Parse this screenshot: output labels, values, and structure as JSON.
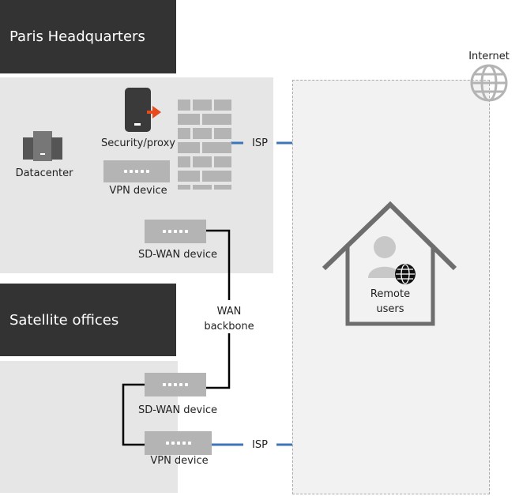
{
  "hq": {
    "title": "Paris Headquarters"
  },
  "satellite": {
    "title": "Satellite offices"
  },
  "nodes": {
    "datacenter": "Datacenter",
    "security_proxy": "Security/proxy",
    "vpn_hq": "VPN device",
    "sdwan_hq": "SD-WAN device",
    "wan_line1": "WAN",
    "wan_line2": "backbone",
    "isp_top": "ISP",
    "internet": "Internet",
    "remote_line1": "Remote",
    "remote_line2": "users",
    "sdwan_sat": "SD-WAN device",
    "vpn_sat": "VPN device",
    "isp_bottom": "ISP"
  },
  "icons": {
    "datacenter": "server-rack-icon",
    "security": "mobile-exit-icon",
    "firewall": "firewall-brick-icon",
    "internet": "globe-icon",
    "house": "house-icon",
    "user": "user-icon"
  },
  "colors": {
    "header": "#333333",
    "region": "#e6e6e6",
    "device": "#b4b4b4",
    "link_isp": "#3e75b8",
    "link_wan": "#000000",
    "accent_arrow": "#e8491d"
  }
}
